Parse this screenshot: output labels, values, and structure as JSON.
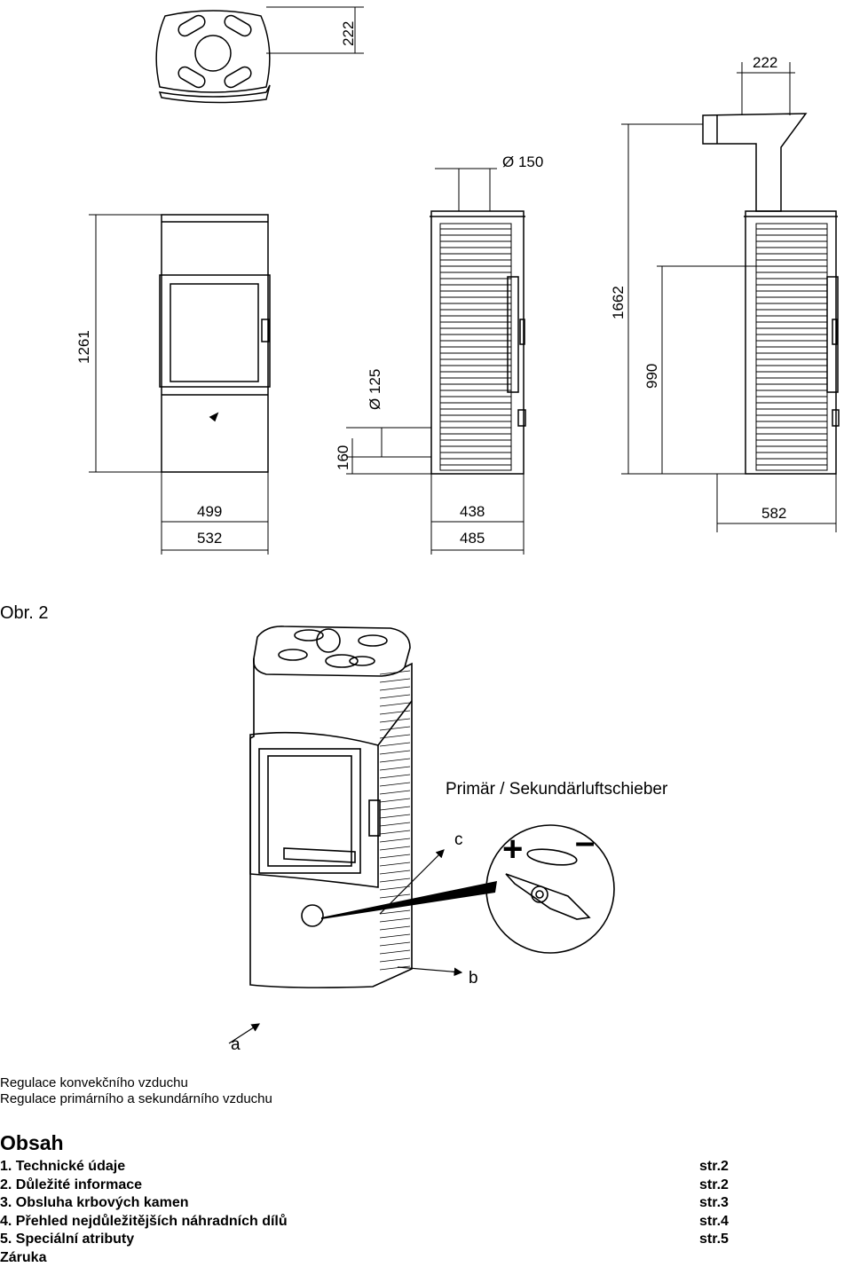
{
  "dimensions": {
    "top_depth": "222",
    "side_flue_offset": "222",
    "flue_diameter_top": "Ø 150",
    "height_front": "1261",
    "height_side_total": "1662",
    "height_side_flue": "990",
    "air_inlet_diameter": "Ø 125",
    "air_inlet_height": "160",
    "width_inner": "499",
    "width_outer": "532",
    "depth_inner": "438",
    "depth_outer": "485",
    "depth_total": "582"
  },
  "figure_label": "Obr. 2",
  "callouts": {
    "slider_title": "Primär / Sekundärluftschieber",
    "label_c": "c",
    "label_b": "b",
    "label_a": "a",
    "plus": "+",
    "minus": "–"
  },
  "captions": [
    "Regulace konvekčního vzduchu",
    "Regulace primárního a sekundárního vzduchu"
  ],
  "toc": {
    "title": "Obsah",
    "items": [
      {
        "title": "1. Technické údaje",
        "page": "str.2"
      },
      {
        "title": "2. Důležité informace",
        "page": "str.2"
      },
      {
        "title": "3. Obsluha krbových kamen",
        "page": "str.3"
      },
      {
        "title": "4. Přehled nejdůležitějších náhradních dílů",
        "page": "str.4"
      },
      {
        "title": "5. Speciální atributy",
        "page": "str.5"
      },
      {
        "title": "Záruka",
        "page": ""
      }
    ]
  }
}
